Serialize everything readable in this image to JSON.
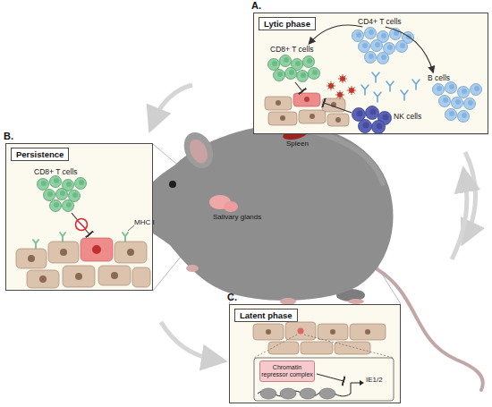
{
  "diagram": {
    "nodes": [
      {
        "text": [
          "A.",
          "Lytic phase"
        ]
      },
      {
        "text": [
          "CD8+ T cells"
        ],
        "in": 0
      },
      {
        "text": [
          "CD4+ T cells"
        ],
        "in": 0
      },
      {
        "text": [
          "B cells"
        ],
        "in": 0
      },
      {
        "text": [
          "NK cells"
        ],
        "in": 0
      },
      {
        "text": [
          "B.",
          "Persistence"
        ]
      },
      {
        "text": [
          "CD8+ T cells"
        ],
        "in": 5
      },
      {
        "text": [
          "C.",
          "Latent phase"
        ]
      },
      {
        "text": [
          "Chromatin repressor complex"
        ],
        "in": 7
      }
    ],
    "edges": [
      {
        "from": 2,
        "to": 1,
        "arrow": "to"
      },
      {
        "from": 2,
        "to": 3,
        "arrow": "to"
      }
    ],
    "labels": [
      "MHC I",
      "Salivary glands",
      "Spleen",
      "IE1/2"
    ]
  }
}
